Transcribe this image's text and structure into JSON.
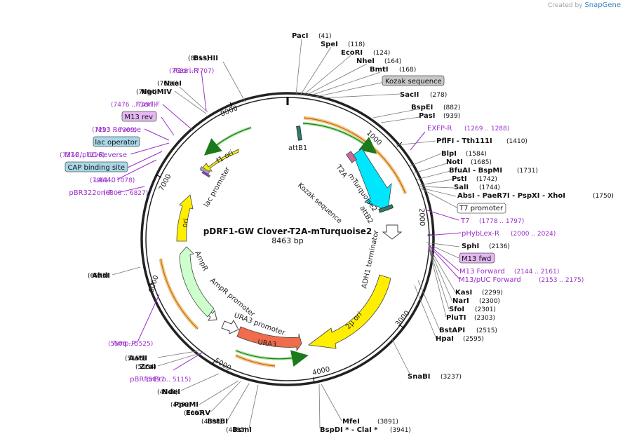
{
  "brand": {
    "created_by": "Created by",
    "name": "SnapGene"
  },
  "plasmid": {
    "name": "pDRF1-GW Clover-T2A-mTurquoise2",
    "length": "8463 bp"
  },
  "ticks": [
    "1000",
    "2000",
    "3000",
    "4000",
    "5000",
    "6000",
    "7000",
    "8000"
  ],
  "sites": [
    {
      "name": "PacI",
      "pos": "(41)"
    },
    {
      "name": "SpeI",
      "pos": "(118)"
    },
    {
      "name": "EcoRI",
      "pos": "(124)"
    },
    {
      "name": "NheI",
      "pos": "(164)"
    },
    {
      "name": "BmtI",
      "pos": "(168)"
    },
    {
      "name": "Kozak sequence",
      "pos": ""
    },
    {
      "name": "SacII",
      "pos": "(278)"
    },
    {
      "name": "BspEI",
      "pos": "(882)"
    },
    {
      "name": "PasI",
      "pos": "(939)"
    },
    {
      "name": "EXFP-R",
      "pos": "(1269 .. 1288)"
    },
    {
      "name": "PflFI - Tth111I",
      "pos": "(1410)"
    },
    {
      "name": "BlpI",
      "pos": "(1584)"
    },
    {
      "name": "NotI",
      "pos": "(1685)"
    },
    {
      "name": "BfuAI - BspMI",
      "pos": "(1731)"
    },
    {
      "name": "PstI",
      "pos": "(1742)"
    },
    {
      "name": "SalI",
      "pos": "(1744)"
    },
    {
      "name": "AbsI - PaeR7I - PspXI - XhoI",
      "pos": "(1750)"
    },
    {
      "name": "T7 promoter",
      "pos": ""
    },
    {
      "name": "T7",
      "pos": "(1778 .. 1797)"
    },
    {
      "name": "pHybLex-R",
      "pos": "(2000 .. 2024)"
    },
    {
      "name": "SphI",
      "pos": "(2136)"
    },
    {
      "name": "M13 fwd",
      "pos": ""
    },
    {
      "name": "M13 Forward",
      "pos": "(2144 .. 2161)"
    },
    {
      "name": "M13/pUC Forward",
      "pos": "(2153 .. 2175)"
    },
    {
      "name": "KasI",
      "pos": "(2299)"
    },
    {
      "name": "NarI",
      "pos": "(2300)"
    },
    {
      "name": "SfoI",
      "pos": "(2301)"
    },
    {
      "name": "PluTI",
      "pos": "(2303)"
    },
    {
      "name": "BstAPI",
      "pos": "(2515)"
    },
    {
      "name": "HpaI",
      "pos": "(2595)"
    },
    {
      "name": "SnaBI",
      "pos": "(3237)"
    },
    {
      "name": "MfeI",
      "pos": "(3891)"
    },
    {
      "name": "BspDI * - ClaI *",
      "pos": "(3941)"
    },
    {
      "name": "BsmI",
      "pos": "(4495)"
    },
    {
      "name": "BstBI",
      "pos": "(4588)"
    },
    {
      "name": "EcoRV",
      "pos": "(4667)"
    },
    {
      "name": "PpuMI",
      "pos": "(4699)"
    },
    {
      "name": "NdeI",
      "pos": "(4940)"
    },
    {
      "name": "pBRforEco",
      "pos": "(5097 .. 5115)"
    },
    {
      "name": "ZraI",
      "pos": "(5154)"
    },
    {
      "name": "AatII",
      "pos": "(5156)"
    },
    {
      "name": "Amp-R",
      "pos": "(5506 .. 5525)"
    },
    {
      "name": "AhdI",
      "pos": "(6075)"
    },
    {
      "name": "pBR322ori-F",
      "pos": "(6808 .. 6827)"
    },
    {
      "name": "L4440",
      "pos": "(7061 .. 7078)"
    },
    {
      "name": "CAP binding site",
      "pos": ""
    },
    {
      "name": "M13/pUC Reverse",
      "pos": "(7274 .. 7296)"
    },
    {
      "name": "lac operator",
      "pos": ""
    },
    {
      "name": "M13 Reverse",
      "pos": "(7293 .. 7309)"
    },
    {
      "name": "M13 rev",
      "pos": ""
    },
    {
      "name": "F1ori-F",
      "pos": "(7476 .. 7497)"
    },
    {
      "name": "NgoMIV",
      "pos": "(7664)"
    },
    {
      "name": "NaeI",
      "pos": "(7666)"
    },
    {
      "name": "F1ori-R",
      "pos": "(7688 .. 7707)"
    },
    {
      "name": "BssHII",
      "pos": "(8013)"
    }
  ],
  "features": {
    "attB1": "attB1",
    "T2A": "T2A",
    "Kozak": "Kozak sequence",
    "mTurquoise2": "mTurquoise2",
    "attB2": "attB2",
    "ADH1": "ADH1 terminator",
    "twomu": "2μ ori",
    "URA3": "URA3",
    "URA3p": "URA3 promoter",
    "AmpRp": "AmpR promoter",
    "AmpR": "AmpR",
    "ori": "ori",
    "lacp": "lac promoter",
    "f1": "f1 ori"
  },
  "colors": {
    "primer": "#9b30c8",
    "ori": "#ffee00",
    "cyan": "#00e6ff",
    "ura3": "#f06c4a",
    "ampr": "#ccffcc",
    "orange_track": "#e8992e",
    "green_track": "#4caf2e"
  }
}
